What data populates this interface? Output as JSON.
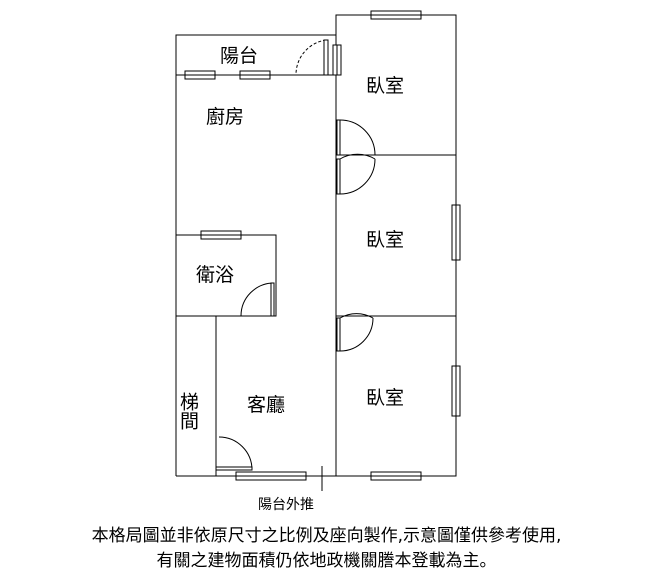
{
  "rooms": {
    "balcony": "陽台",
    "kitchen": "廚房",
    "bathroom": "衛浴",
    "stairwell": "梯間",
    "living_room": "客廳",
    "bedroom_top": "臥室",
    "bedroom_middle": "臥室",
    "bedroom_bottom": "臥室"
  },
  "annotations": {
    "balcony_push_out": "陽台外推"
  },
  "disclaimer": {
    "line1": "本格局圖並非依原尺寸之比例及座向製作,示意圖僅供參考使用,",
    "line2": "有關之建物面積仍依地政機關謄本登載為主。"
  }
}
